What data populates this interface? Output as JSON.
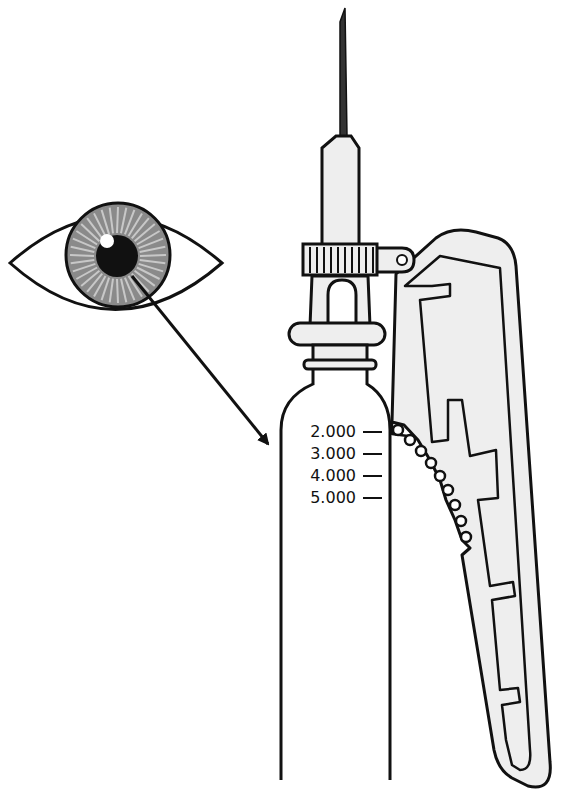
{
  "diagram": {
    "labels": [
      "2.000",
      "3.000",
      "4.000",
      "5.000"
    ]
  }
}
